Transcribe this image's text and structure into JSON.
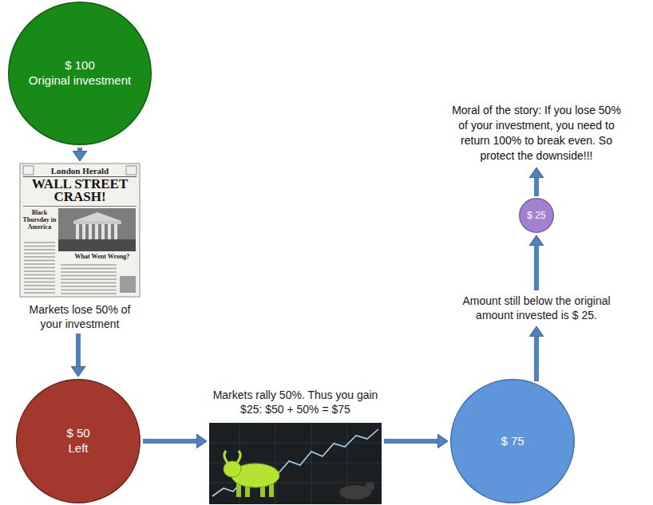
{
  "diagram": {
    "nodes": [
      {
        "text": [
          "$ 100",
          "Original investment"
        ]
      },
      {
        "text": [
          "Markets lose 50% of your investment"
        ]
      },
      {
        "text": [
          "$ 50",
          "Left"
        ]
      },
      {
        "text": [
          "Markets rally 50%. Thus you gain $25: $50 + 50% = $75"
        ]
      },
      {
        "text": [
          "$ 75"
        ]
      },
      {
        "text": [
          "$ 25"
        ]
      }
    ],
    "edges": [
      {
        "from": 0,
        "to": 1,
        "arrow": "to"
      },
      {
        "from": 1,
        "to": 2,
        "arrow": "to"
      },
      {
        "from": 2,
        "to": 3,
        "arrow": "to"
      },
      {
        "from": 3,
        "to": 4,
        "arrow": "to"
      },
      {
        "from": 4,
        "to": 5,
        "label": "Amount still below the original amount invested is $ 25.",
        "arrow": "to"
      }
    ],
    "labels": [
      "London Herald",
      "WALL STREET CRASH!",
      "Black Thursday in America",
      "What Went Wrong?",
      "Moral of the story: If you lose 50% of your investment, you need to return 100% to break even. So protect the downside!!!"
    ]
  }
}
